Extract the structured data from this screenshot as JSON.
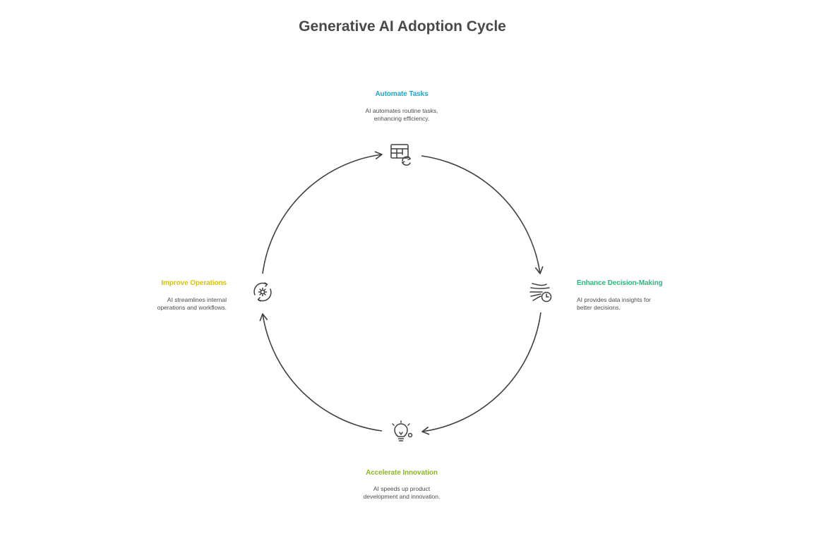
{
  "title": "Generative AI Adoption Cycle",
  "colors": {
    "automate": "#1ea6c8",
    "enhance": "#2fb67e",
    "accelerate": "#8bb724",
    "improve": "#d4c20f",
    "stroke": "#3f3f3f"
  },
  "nodes": [
    {
      "label": "Automate Tasks",
      "description_line1": "AI automates routine tasks,",
      "description_line2": "enhancing efficiency.",
      "icon": "table-sync-icon"
    },
    {
      "label": "Enhance Decision-Making",
      "description_line1": "AI provides data insights for",
      "description_line2": "better decisions.",
      "icon": "data-flow-clock-icon"
    },
    {
      "label": "Accelerate Innovation",
      "description_line1": "AI speeds up product",
      "description_line2": "development and innovation.",
      "icon": "lightbulb-icon"
    },
    {
      "label": "Improve Operations",
      "description_line1": "AI streamlines internal",
      "description_line2": "operations and workflows.",
      "icon": "gear-cycle-icon"
    }
  ]
}
